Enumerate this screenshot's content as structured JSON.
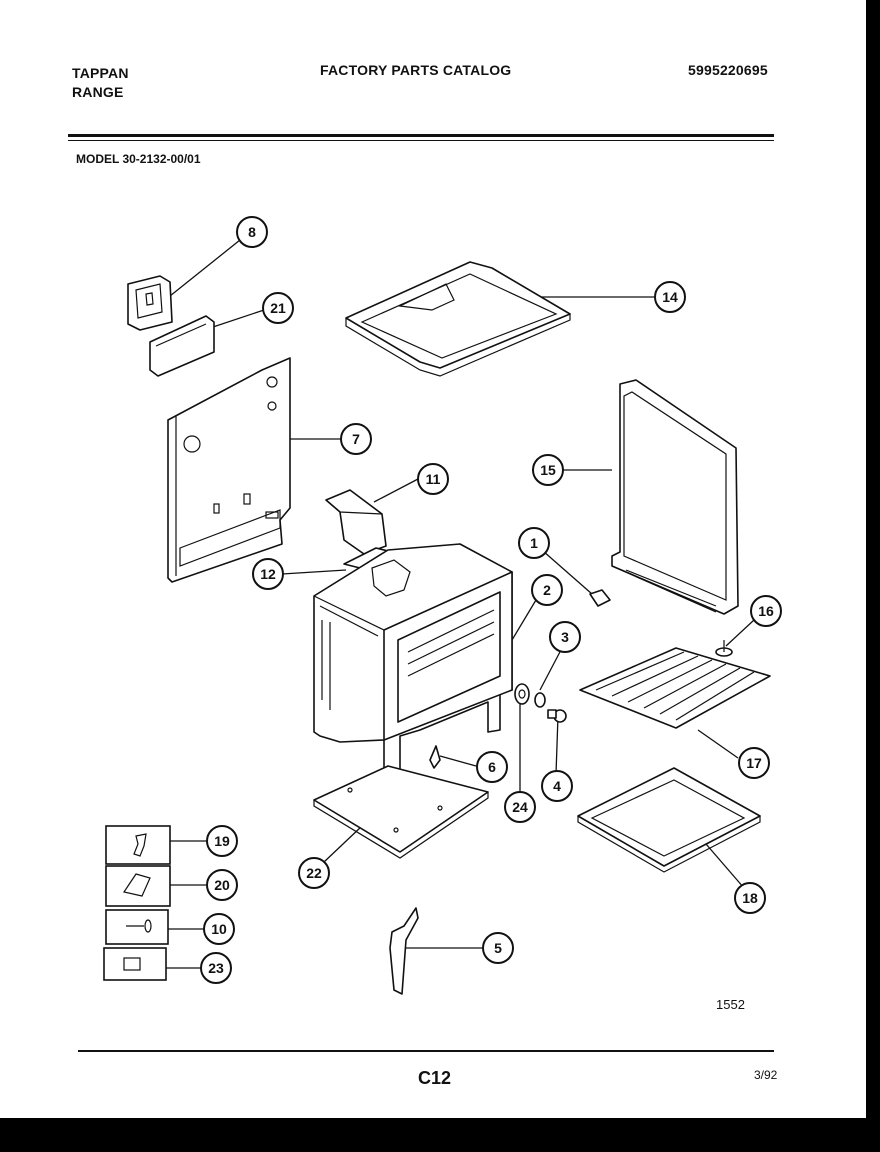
{
  "header": {
    "brand_line1": "TAPPAN",
    "brand_line2": "RANGE",
    "catalog_title": "FACTORY PARTS CATALOG",
    "catalog_number": "5995220695"
  },
  "model": "MODEL 30-2132-00/01",
  "diagram_code": "1552",
  "footer": {
    "page": "C12",
    "date": "3/92"
  },
  "callouts": {
    "c1": "1",
    "c2": "2",
    "c3": "3",
    "c4": "4",
    "c5": "5",
    "c6": "6",
    "c7": "7",
    "c8": "8",
    "c10": "10",
    "c11": "11",
    "c12": "12",
    "c14": "14",
    "c15": "15",
    "c16": "16",
    "c17": "17",
    "c18": "18",
    "c19": "19",
    "c20": "20",
    "c21": "21",
    "c22": "22",
    "c23": "23",
    "c24": "24"
  }
}
